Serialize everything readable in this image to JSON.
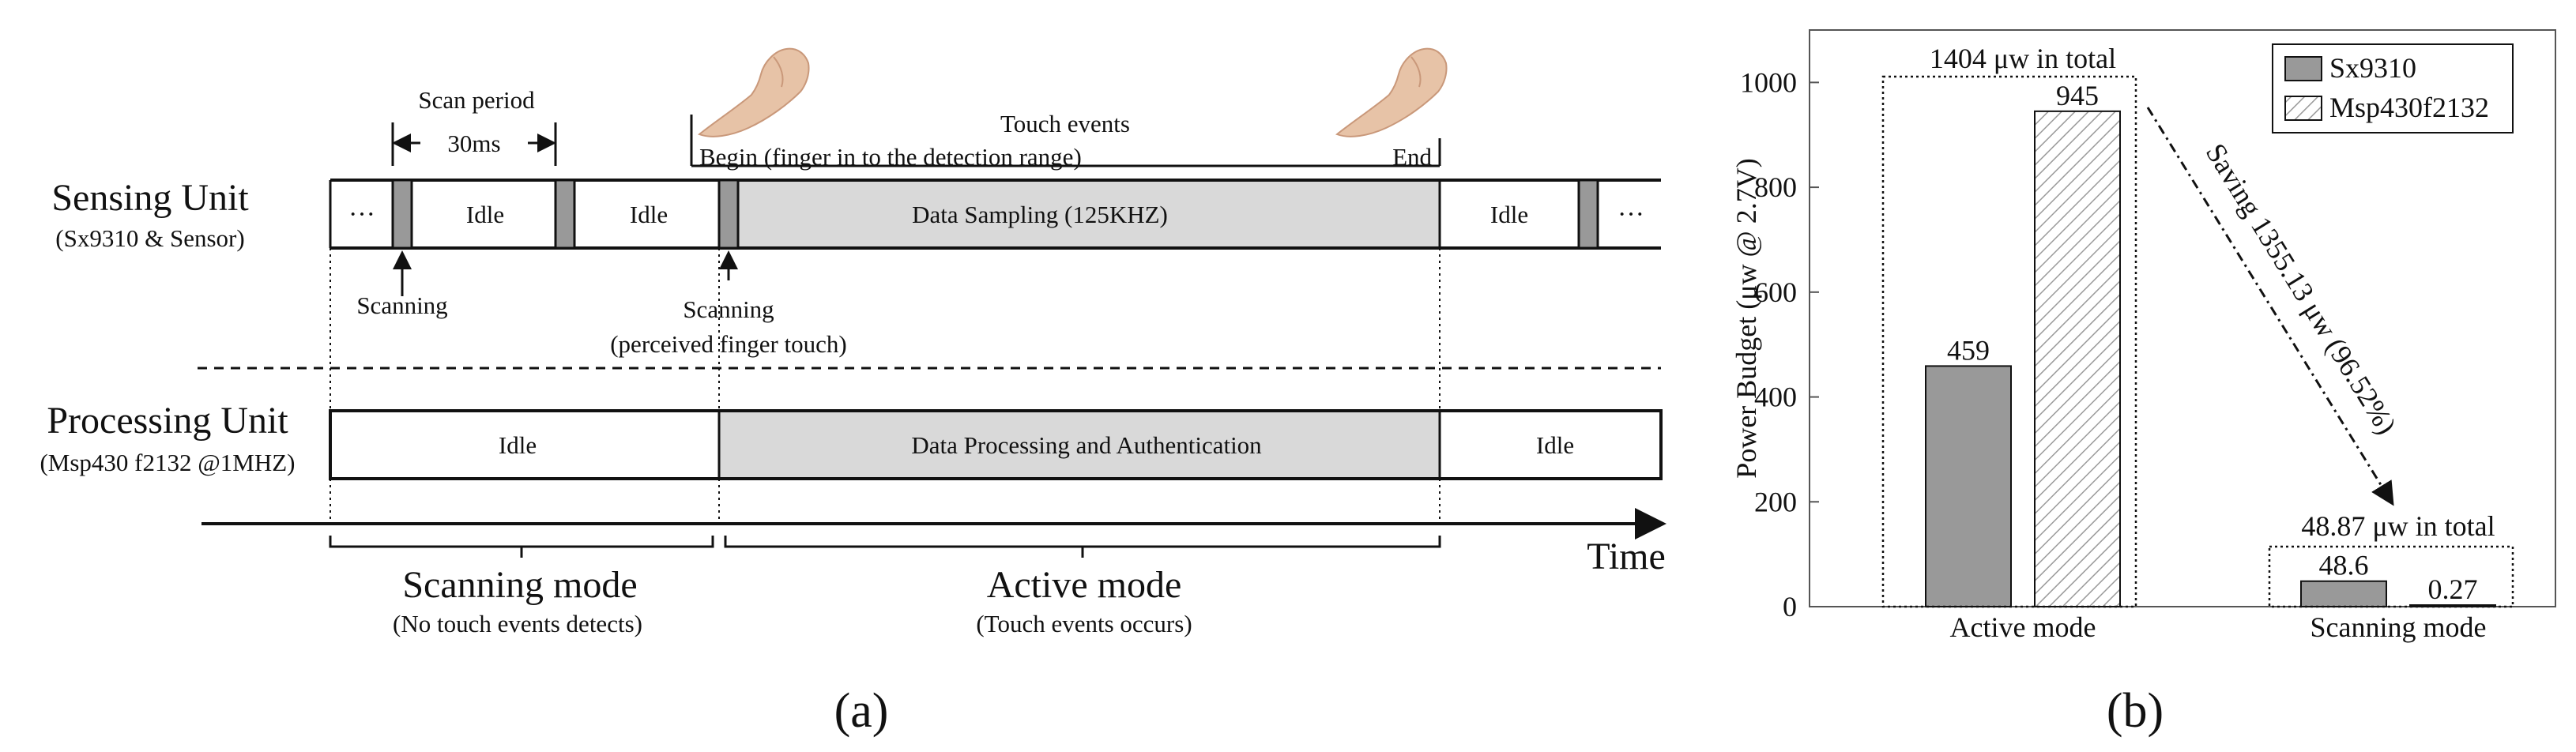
{
  "colors": {
    "sx9310": "#999999",
    "msp430_hatch": "#bbbbbb",
    "active_shade": "#d9d9d9",
    "ink": "#111111"
  },
  "timing": {
    "sensing_unit_title": "Sensing Unit",
    "sensing_unit_sub": "(Sx9310 & Sensor)",
    "processing_unit_title": "Processing Unit",
    "processing_unit_sub": "(Msp430 f2132 @1MHZ)",
    "scan_period_label": "Scan period",
    "scan_period_value": "30ms",
    "touch_events_label": "Touch events",
    "begin_label": "Begin (finger in to the detection range)",
    "end_label": "End",
    "ellipsis": "···",
    "idle": "Idle",
    "data_sampling": "Data Sampling (125KHZ)",
    "data_processing": "Data Processing and Authentication",
    "scanning": "Scanning",
    "scanning_touch_1": "Scanning",
    "scanning_touch_2": "(perceived finger touch)",
    "time_label": "Time",
    "scanning_mode": "Scanning mode",
    "scanning_mode_sub": "(No touch events detects)",
    "active_mode": "Active mode",
    "active_mode_sub": "(Touch events occurs)",
    "finger_begin_icon": "pointing-hand-icon",
    "finger_end_icon": "pointing-hand-icon"
  },
  "captions": {
    "a": "(a)",
    "b": "(b)"
  },
  "chart_data": {
    "type": "bar",
    "categories": [
      "Active mode",
      "Scanning mode"
    ],
    "series": [
      {
        "name": "Sx9310",
        "values": [
          459,
          48.6
        ],
        "labels": [
          "459",
          "48.6"
        ]
      },
      {
        "name": "Msp430f2132",
        "values": [
          945,
          0.27
        ],
        "labels": [
          "945",
          "0.27"
        ]
      }
    ],
    "ylabel": "Power Budget (μw @ 2.7V)",
    "ylim": [
      0,
      1100
    ],
    "yticks": [
      0,
      200,
      400,
      600,
      800,
      1000
    ],
    "legend_position": "top-right",
    "grid": false,
    "annotations": {
      "active_total": "1404 μw in total",
      "scanning_total": "48.87 μw in total",
      "saving": "Saving 1355.13 μw (96.52%)"
    }
  }
}
